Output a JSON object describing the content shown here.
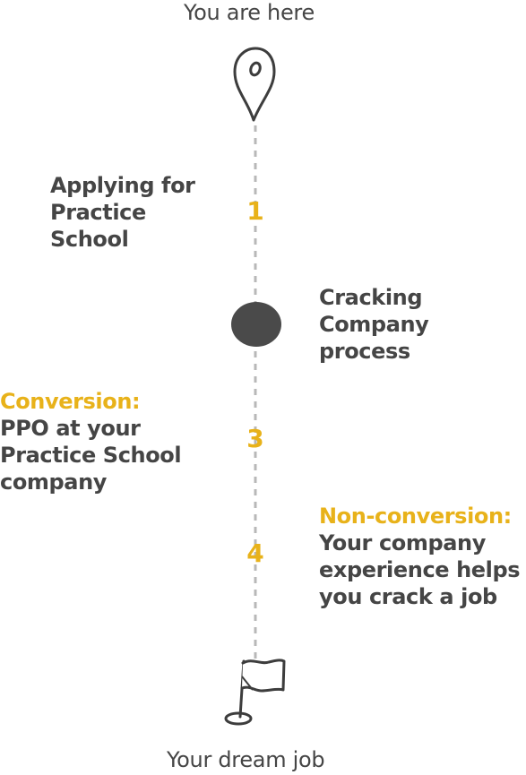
{
  "start_label": "You are here",
  "end_label": "Your dream job",
  "steps": [
    {
      "number": "1",
      "lines": [
        "Applying for",
        "Practice",
        "School"
      ]
    },
    {
      "lines": [
        "Cracking",
        "Company",
        "process"
      ]
    },
    {
      "number": "3",
      "heading": "Conversion:",
      "lines": [
        "PPO at your",
        "Practice School",
        "company"
      ]
    },
    {
      "number": "4",
      "heading": "Non-conversion:",
      "lines": [
        "Your company",
        "experience helps",
        "you crack a job"
      ]
    }
  ],
  "colors": {
    "text": "#454545",
    "accent": "#e8b21a",
    "line": "#b8b8b8",
    "marker": "#4a4a4a"
  },
  "icons": {
    "start": "map-pin-icon",
    "milestone": "dot-marker-icon",
    "end": "flag-icon"
  }
}
